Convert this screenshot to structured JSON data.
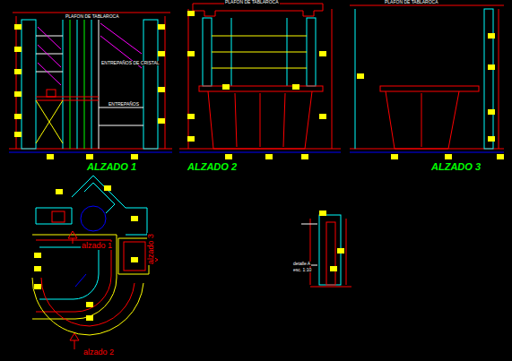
{
  "diagram": {
    "labels": [
      "PLAFON DE TABLAROCA",
      "PLAFON DE TABLAROCA",
      "PLAFON DE TABLAROCA",
      "ENTREPAÑOS DE CRISTAL",
      "ENTREPAÑOS",
      "ALZADO 1",
      "ALZADO 2",
      "ALZADO 3",
      "alzado 1",
      "alzado 2",
      "alzado 3",
      "detalle A",
      "esc. 1:10"
    ]
  }
}
